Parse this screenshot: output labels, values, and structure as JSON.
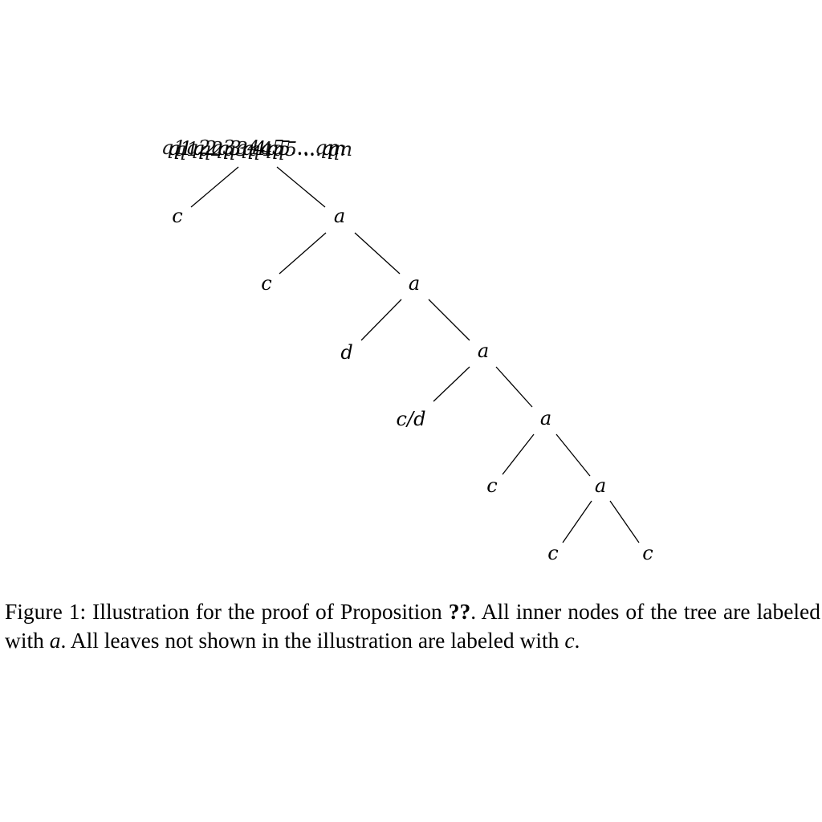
{
  "tree": {
    "root_label": "q1q2q3q4q5 ... qn",
    "nodes": [
      {
        "id": "n1",
        "label": "c"
      },
      {
        "id": "n2",
        "label": "a"
      },
      {
        "id": "n3",
        "label": "c"
      },
      {
        "id": "n4",
        "label": "a"
      },
      {
        "id": "n5",
        "label": "d"
      },
      {
        "id": "n6",
        "label": "a"
      },
      {
        "id": "n7",
        "label": "c/d"
      },
      {
        "id": "n8",
        "label": "a"
      },
      {
        "id": "n9",
        "label": "c"
      },
      {
        "id": "n10",
        "label": "a"
      },
      {
        "id": "n11",
        "label": "c"
      },
      {
        "id": "n12",
        "label": "c"
      }
    ]
  },
  "caption": {
    "prefix": "Figure 1: Illustration for the proof of Proposition ",
    "ref": "??",
    "middle": ". All inner nodes of the tree are labeled with ",
    "var_a": "a",
    "middle2": ". All leaves not shown in the illustration are labeled with ",
    "var_c": "c",
    "suffix": "."
  }
}
